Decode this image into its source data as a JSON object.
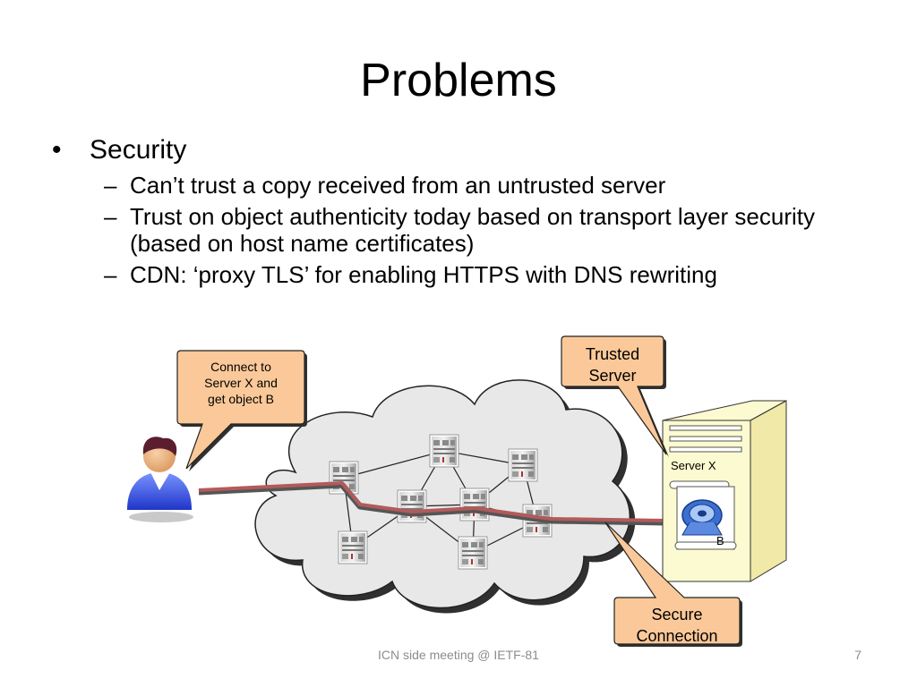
{
  "title": "Problems",
  "bullets": {
    "main": "Security",
    "sub": [
      "Can’t trust a copy received from an untrusted server",
      "Trust on object authenticity today based on transport layer security (based on host name certificates)",
      "CDN: ‘proxy TLS’ for enabling HTTPS with DNS rewriting"
    ]
  },
  "diagram": {
    "callout_connect": [
      "Connect to",
      "Server X and",
      "get object B"
    ],
    "callout_trusted": [
      "Trusted",
      "Server"
    ],
    "callout_secure": [
      "Secure",
      "Connection"
    ],
    "server_label": "Server X",
    "object_label": "B",
    "icons": [
      "user-icon",
      "router-icon",
      "server-icon",
      "film-reel-icon",
      "cloud-icon"
    ],
    "colors": {
      "callout_fill": "#fbc999",
      "cloud_fill": "#e8e8e8",
      "server_fill": "#fcfad0",
      "path": "#b35a5a"
    }
  },
  "footer": {
    "text": "ICN side meeting @ IETF-81",
    "page": "7"
  }
}
